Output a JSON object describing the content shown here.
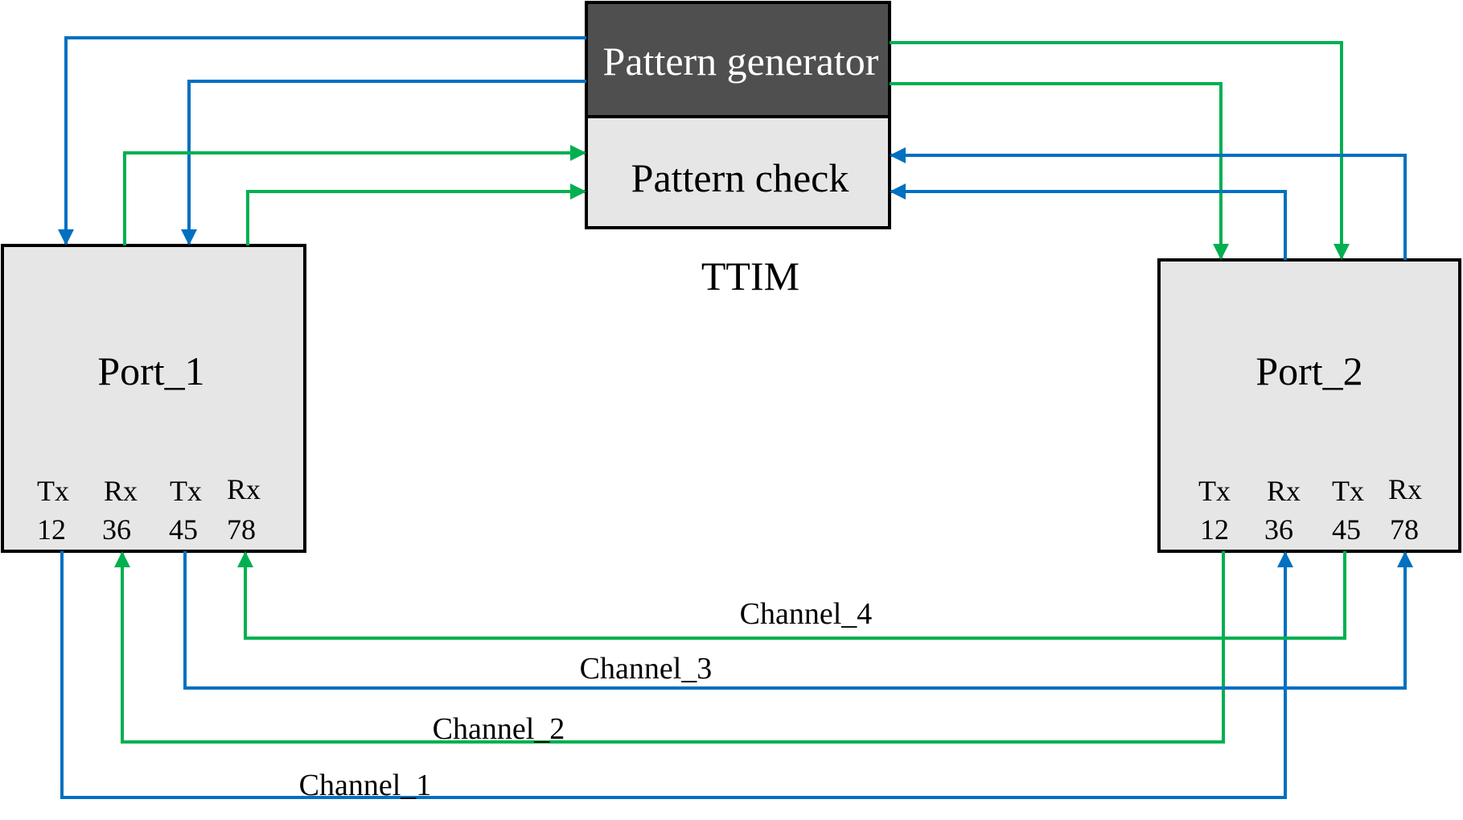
{
  "colors": {
    "green_wire": "#00B050",
    "blue_wire": "#0070C0",
    "dark_box": "#4F4F4F",
    "light_box": "#E6E6E6",
    "border": "#000000"
  },
  "ttim": {
    "generator_label": "Pattern generator",
    "check_label": "Pattern check",
    "title": "TTIM"
  },
  "port1": {
    "label": "Port_1",
    "pins": [
      {
        "dir": "Tx",
        "num": "12"
      },
      {
        "dir": "Rx",
        "num": "36"
      },
      {
        "dir": "Tx",
        "num": "45"
      },
      {
        "dir": "Rx",
        "num": "78"
      }
    ]
  },
  "port2": {
    "label": "Port_2",
    "pins": [
      {
        "dir": "Tx",
        "num": "12"
      },
      {
        "dir": "Rx",
        "num": "36"
      },
      {
        "dir": "Tx",
        "num": "45"
      },
      {
        "dir": "Rx",
        "num": "78"
      }
    ]
  },
  "channels": [
    {
      "label": "Channel_1"
    },
    {
      "label": "Channel_2"
    },
    {
      "label": "Channel_3"
    },
    {
      "label": "Channel_4"
    }
  ]
}
